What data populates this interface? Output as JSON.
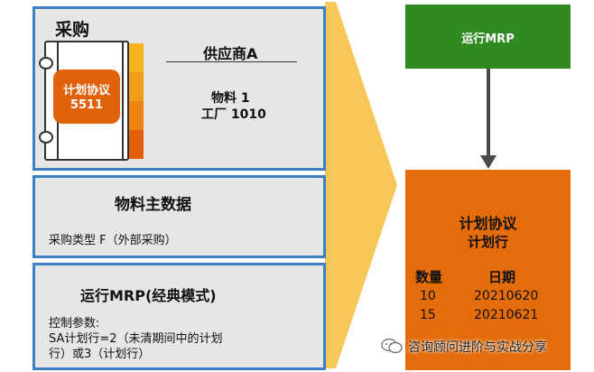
{
  "colors": {
    "panel_border": "#3d7fc4",
    "panel_fill": "#e6e6e6",
    "arrow_fill": "#f7c75a",
    "green_box": "#2f8a1f",
    "orange_box": "#e46c0a",
    "binder_orange": "#e2620b",
    "tab_colors": [
      "#f4b319",
      "#f29d17",
      "#ee8213",
      "#e45f0c"
    ]
  },
  "purchasing_panel": {
    "title": "采购",
    "binder_title": "计划协议",
    "binder_number": "5511",
    "vendor": "供应商A",
    "material_line": "物料 1",
    "plant_line": "工厂 1010"
  },
  "material_panel": {
    "title": "物料主数据",
    "text": "采购类型 F（外部采购）"
  },
  "mrp_panel": {
    "title": "运行MRP(经典模式)",
    "line1": "控制参数:",
    "line2": "SA计划行=2（未清期间中的计划",
    "line3": "行）或3（计划行）"
  },
  "run_mrp_box": {
    "label": "运行MRP"
  },
  "schedule_box": {
    "title1": "计划协议",
    "title2": "计划行",
    "col_qty": "数量",
    "col_date": "日期",
    "rows": [
      {
        "qty": "10",
        "date": "20210620"
      },
      {
        "qty": "15",
        "date": "20210621"
      }
    ]
  },
  "watermark": {
    "text": "咨询顾问进阶与实战分享",
    "icon": "wechat-icon"
  }
}
